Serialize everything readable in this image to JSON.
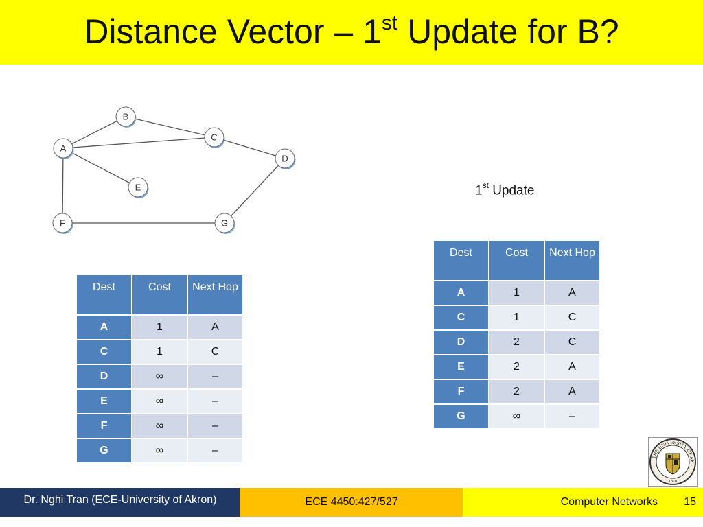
{
  "title": {
    "main": "Distance Vector – 1",
    "sup": "st",
    "rest": " Update for B?"
  },
  "graph": {
    "nodes": [
      "A",
      "B",
      "C",
      "D",
      "E",
      "F",
      "G"
    ],
    "edges": [
      [
        "A",
        "B"
      ],
      [
        "A",
        "C"
      ],
      [
        "B",
        "C"
      ],
      [
        "C",
        "D"
      ],
      [
        "A",
        "E"
      ],
      [
        "A",
        "F"
      ],
      [
        "F",
        "G"
      ],
      [
        "D",
        "G"
      ]
    ]
  },
  "update_label": {
    "num": "1",
    "sup": "st",
    "text": " Update"
  },
  "table_initial": {
    "headers": [
      "Dest",
      "Cost",
      "Next Hop"
    ],
    "rows": [
      [
        "A",
        "1",
        "A"
      ],
      [
        "C",
        "1",
        "C"
      ],
      [
        "D",
        "∞",
        "–"
      ],
      [
        "E",
        "∞",
        "–"
      ],
      [
        "F",
        "∞",
        "–"
      ],
      [
        "G",
        "∞",
        "–"
      ]
    ]
  },
  "table_update": {
    "headers": [
      "Dest",
      "Cost",
      "Next Hop"
    ],
    "rows": [
      [
        "A",
        "1",
        "A"
      ],
      [
        "C",
        "1",
        "C"
      ],
      [
        "D",
        "2",
        "C"
      ],
      [
        "E",
        "2",
        "A"
      ],
      [
        "F",
        "2",
        "A"
      ],
      [
        "G",
        "∞",
        "–"
      ]
    ]
  },
  "seal": {
    "icon": "university-of-akron-seal",
    "text": "THE UNIVERSITY OF AKRON",
    "year": "1870"
  },
  "footer": {
    "author": "Dr. Nghi Tran (ECE-University of Akron)",
    "course_code": "ECE 4450:427/527",
    "course_name": "Computer Networks",
    "page": "15"
  },
  "colors": {
    "title_bg": "#ffff00",
    "header_blue": "#4f81bd",
    "footer_navy": "#1f3864",
    "footer_gold": "#ffc000"
  }
}
